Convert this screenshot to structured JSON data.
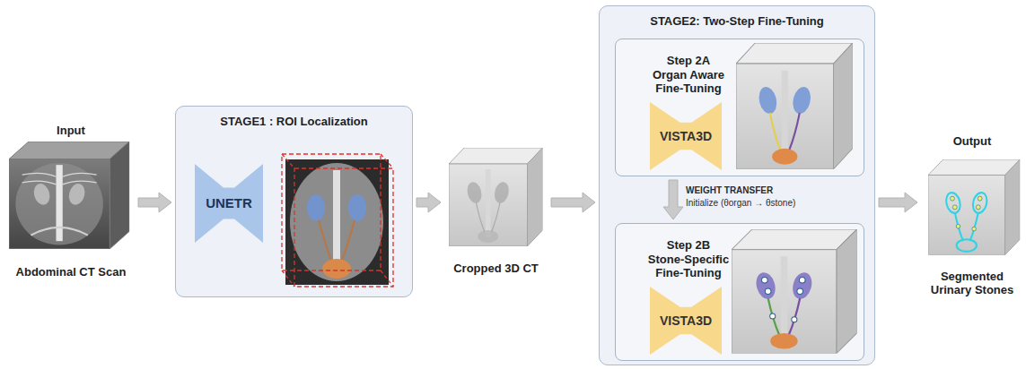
{
  "diagram": {
    "nodes": [
      {
        "text": [
          "Input",
          "Abdominal CT Scan"
        ]
      },
      {
        "text": [
          "STAGE1 : ROI Localization"
        ]
      },
      {
        "text": [
          "UNETR"
        ],
        "in": 1
      },
      {
        "text": [
          "Cropped 3D CT"
        ]
      },
      {
        "text": [
          "STAGE2: Two-Step Fine-Tuning"
        ]
      },
      {
        "text": [
          "Step 2A Organ Aware Fine-Tuning"
        ],
        "in": 4
      },
      {
        "text": [
          "VISTA3D"
        ],
        "in": 5
      },
      {
        "text": [
          "Step 2B Stone-Specific Fine-Tuning"
        ],
        "in": 4
      },
      {
        "text": [
          "VISTA3D"
        ],
        "in": 7
      },
      {
        "text": [
          "Output",
          "Segmented Urinary Stones"
        ]
      }
    ],
    "edges": [
      {
        "from": 0,
        "to": 1,
        "arrow": "to"
      },
      {
        "from": 1,
        "to": 3,
        "arrow": "to"
      },
      {
        "from": 3,
        "to": 4,
        "arrow": "to"
      },
      {
        "from": 5,
        "to": 7,
        "arrow": "to",
        "label": "WEIGHT TRANSFER"
      },
      {
        "from": 4,
        "to": 9,
        "arrow": "to"
      }
    ],
    "labels": [
      "Initialize (θorgan → θstone)"
    ]
  }
}
